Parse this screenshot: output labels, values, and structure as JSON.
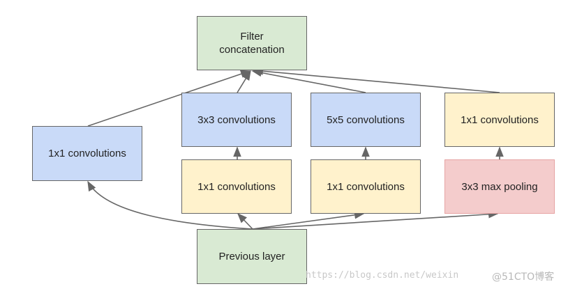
{
  "nodes": {
    "filter_concat": "Filter\nconcatenation",
    "left_1x1": "1x1 convolutions",
    "conv3x3": "3x3 convolutions",
    "conv5x5": "5x5 convolutions",
    "right_1x1": "1x1 convolutions",
    "reduce_1x1_a": "1x1 convolutions",
    "reduce_1x1_b": "1x1 convolutions",
    "maxpool": "3x3 max pooling",
    "previous_layer": "Previous layer"
  },
  "colors": {
    "green": "#d9ead3",
    "blue": "#c9daf8",
    "yellow": "#fff2cc",
    "red": "#f4cccc",
    "edge": "#666666"
  },
  "watermark": {
    "url": "https://blog.csdn.net/weixin",
    "site": "@51CTO博客"
  }
}
